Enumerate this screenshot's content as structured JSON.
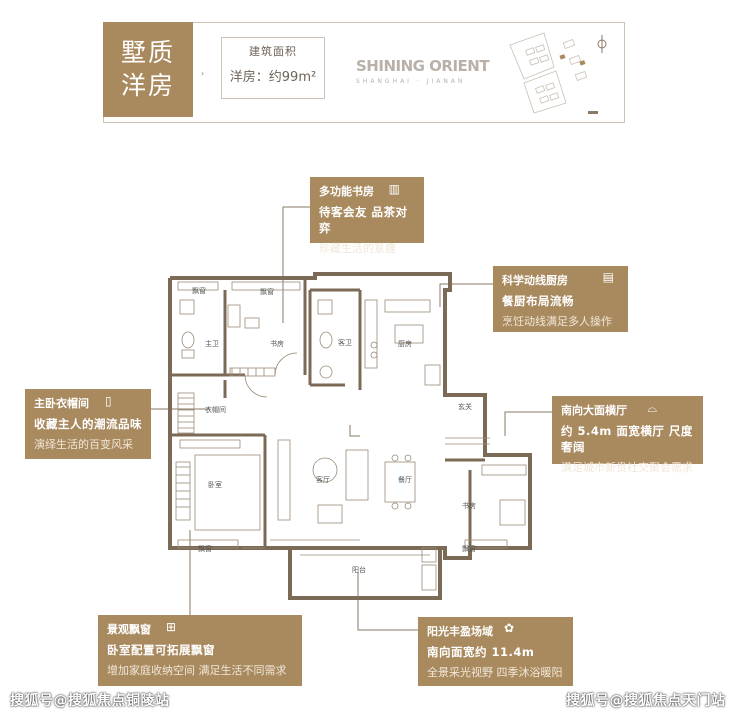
{
  "header": {
    "title_line1": "墅质",
    "title_line2": "洋房",
    "area_label": "建筑面积",
    "area_value": "洋房：约99m²",
    "brand_main": "SHINING ORIENT",
    "brand_sub": "SHANGHAI · JIANAN"
  },
  "callouts": {
    "study": {
      "title": "多功能书房",
      "subtitle": "待客会友 品茶对弈",
      "desc": "珍藏生活的意趣"
    },
    "kitchen": {
      "title": "科学动线厨房",
      "subtitle": "餐厨布局流畅",
      "desc": "烹饪动线满足多人操作"
    },
    "closet": {
      "title": "主卧衣帽间",
      "subtitle": "收藏主人的潮流品味",
      "desc": "演绎生活的百变风采"
    },
    "living": {
      "title": "南向大面横厅",
      "subtitle": "约 5.4m 面宽横厅 尺度奢阔",
      "desc": "满足城市新贵社交聚会需求"
    },
    "window": {
      "title": "景观飘窗",
      "subtitle": "卧室配置可拓展飘窗",
      "desc": "增加家庭收纳空间 满足生活不同需求"
    },
    "balcony": {
      "title": "阳光丰盈场域",
      "subtitle": "南向面宽约 11.4m",
      "desc": "全景采光视野 四季沐浴暖阳"
    }
  },
  "rooms": {
    "bay_window_top_left": "飘窗",
    "bay_window_top_right": "飘窗",
    "master_bath": "主卫",
    "study_top": "书房",
    "guest_bath": "客卫",
    "kitchen": "厨房",
    "closet": "衣帽间",
    "master_bedroom": "卧室",
    "living_room": "客厅",
    "dining_room": "餐厅",
    "entrance": "玄关",
    "study_right": "书房",
    "bay_window_bottom_left": "飘窗",
    "bay_window_bottom_right": "飘窗",
    "balcony": "阳台"
  },
  "watermarks": {
    "left": "搜狐号@搜狐焦点铜陵站",
    "right": "搜狐号@搜狐焦点天门站"
  },
  "colors": {
    "accent": "#a98a5f",
    "wall": "#7b6a55",
    "line": "#8a7a66"
  }
}
